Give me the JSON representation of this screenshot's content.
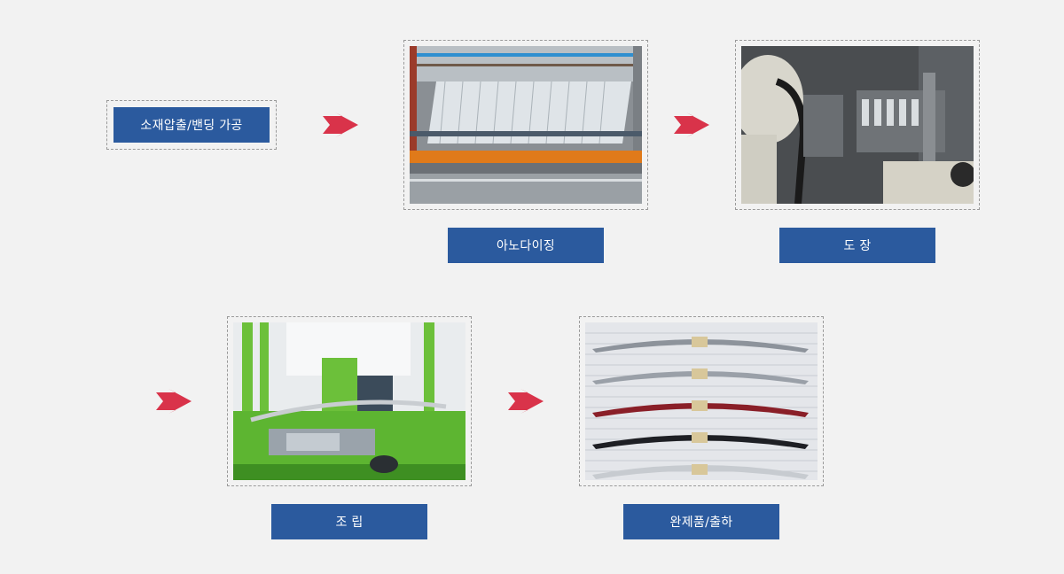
{
  "steps": [
    {
      "label": "소재압출/밴딩 가공",
      "photo_icon": "none"
    },
    {
      "label": "아노다이징",
      "photo_icon": "anodizing-rack-photo"
    },
    {
      "label": "도 장",
      "photo_icon": "painting-booth-photo"
    },
    {
      "label": "조 립",
      "photo_icon": "assembly-machine-photo"
    },
    {
      "label": "완제품/출하",
      "photo_icon": "finished-roof-rails-photo"
    }
  ],
  "colors": {
    "background": "#f2f2f2",
    "label_bg": "#2b5a9e",
    "label_text": "#ffffff",
    "arrow": "#d9334a",
    "frame_border": "#9a9a9a"
  },
  "arrow_icon": "right-arrow-icon"
}
